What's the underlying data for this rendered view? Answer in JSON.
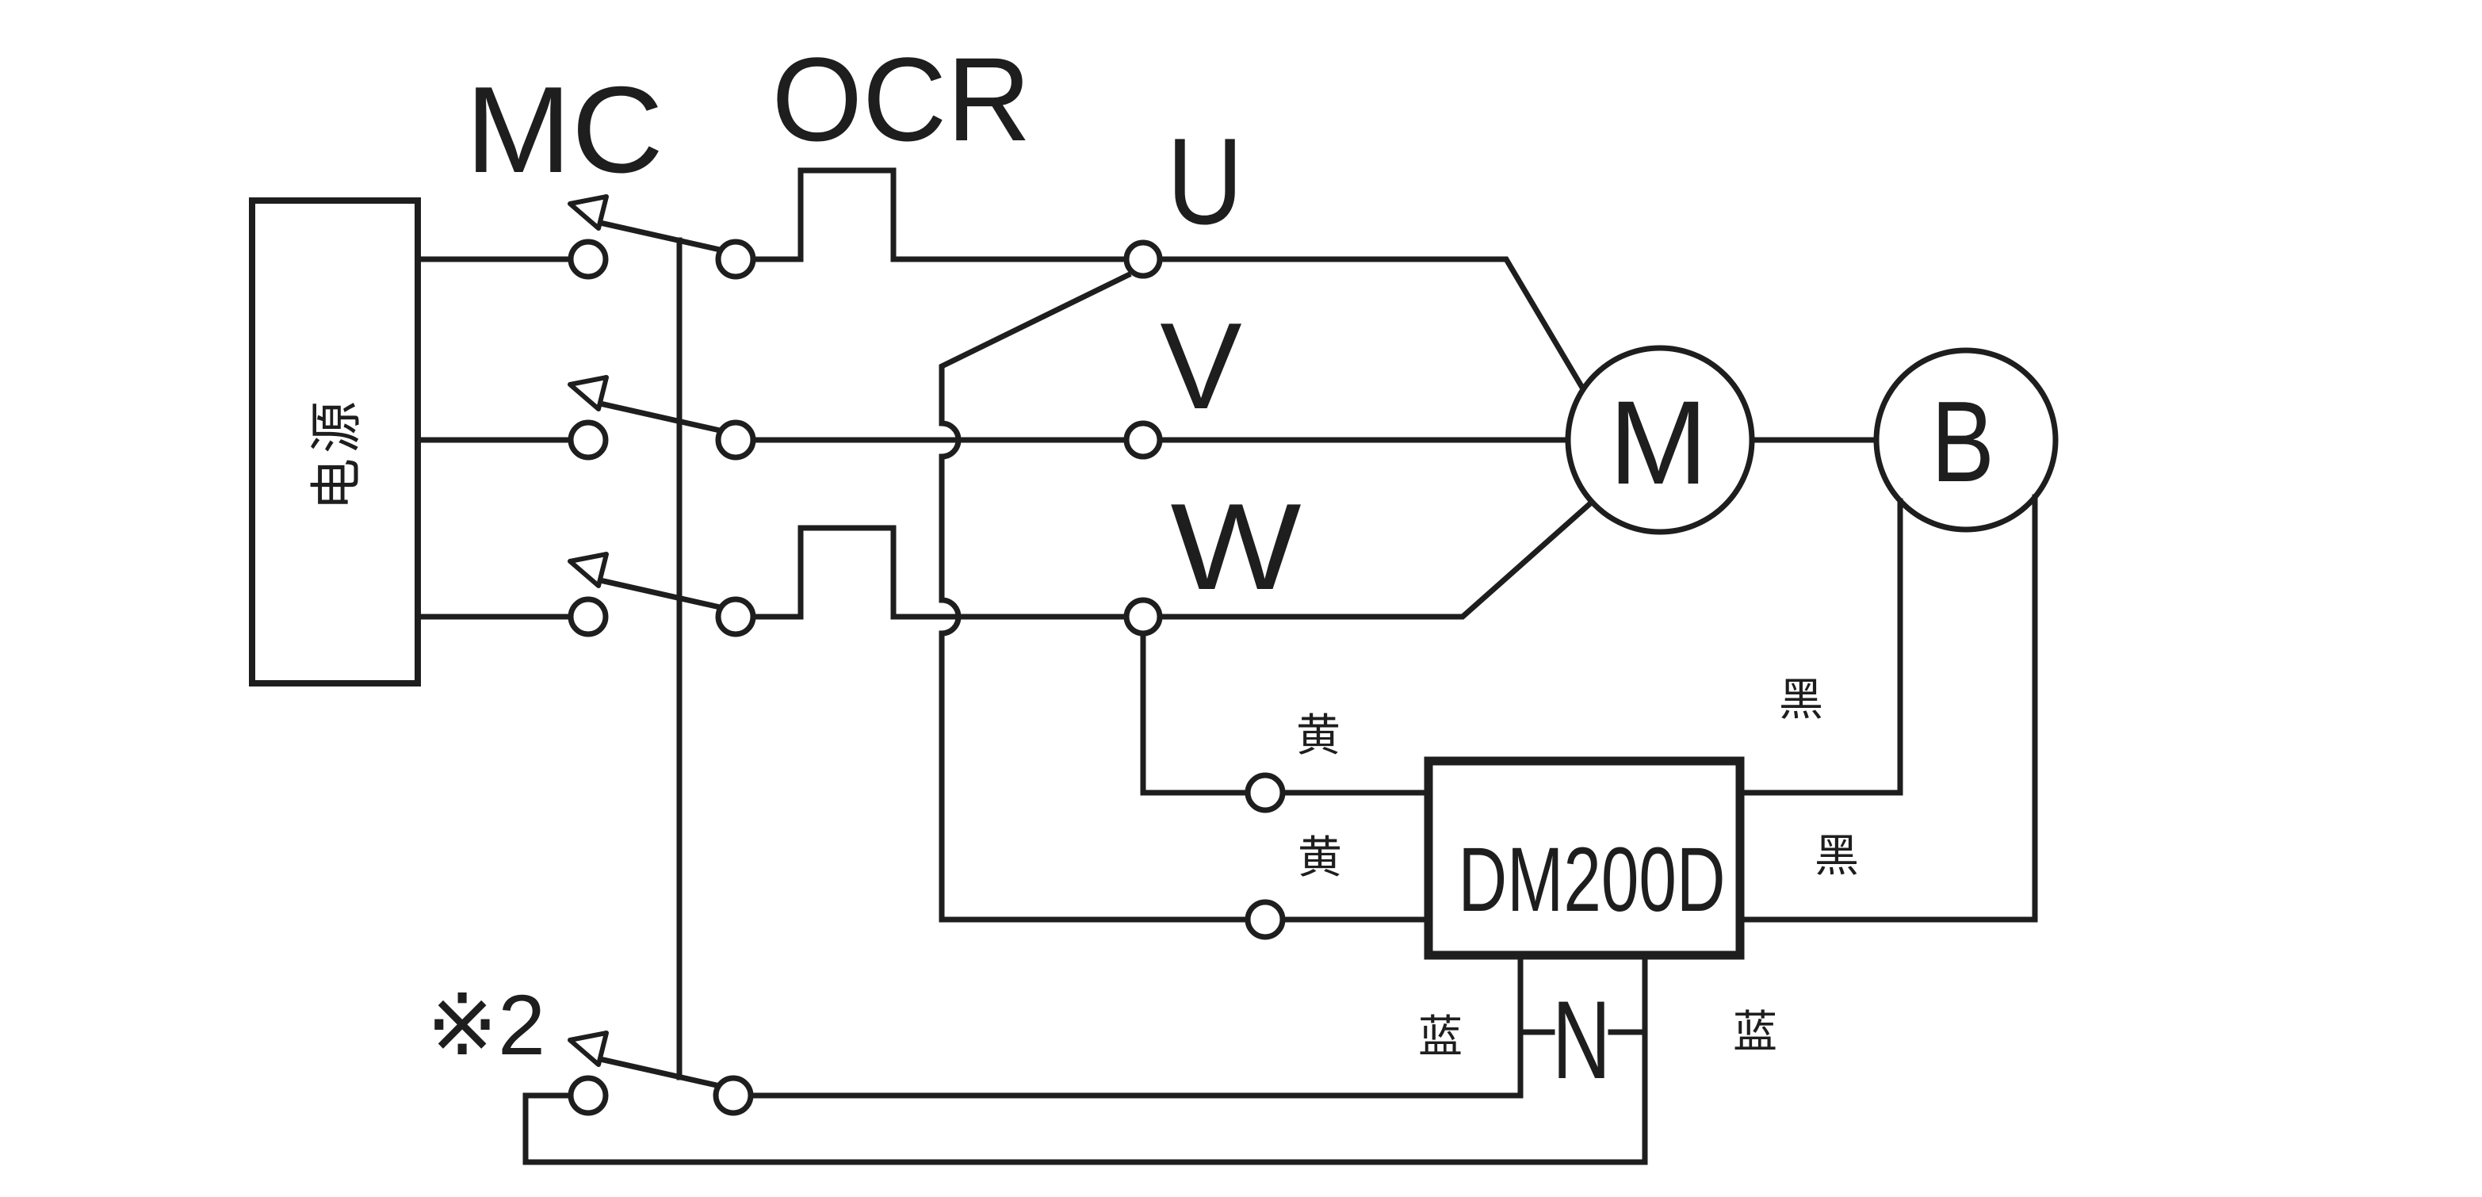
{
  "labels": {
    "power_source": "电源",
    "contactor": "MC",
    "overcurrent_relay": "OCR",
    "phase_u": "U",
    "phase_v": "V",
    "phase_w": "W",
    "motor": "M",
    "brake": "B",
    "device_model": "DM200D",
    "neutral_terminal": "N",
    "note_reference": "※2",
    "wire_yellow_1": "黄",
    "wire_yellow_2": "黄",
    "wire_black_1": "黑",
    "wire_black_2": "黑",
    "wire_blue_left": "蓝",
    "wire_blue_right": "蓝"
  },
  "colors": {
    "ink": "#1e1e1e",
    "background": "#ffffff"
  }
}
